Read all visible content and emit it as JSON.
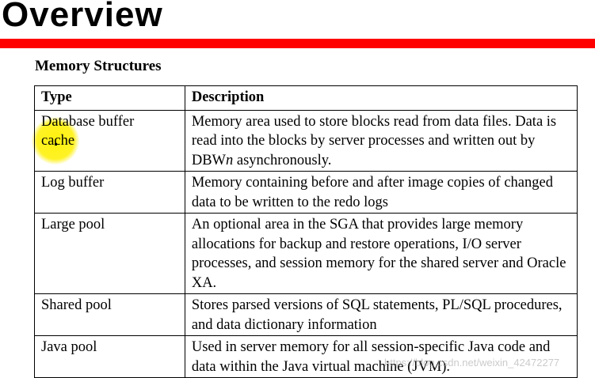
{
  "slide": {
    "title": "Overview",
    "subtitle": "Memory Structures",
    "accent_color": "#ff0000"
  },
  "table": {
    "headers": [
      "Type",
      "Description"
    ],
    "rows": [
      {
        "type": "Database buffer cache",
        "description_parts": [
          "Memory area used to store blocks read from data files. Data is read into the blocks by server processes and written out by DBW",
          "n",
          " asynchronously."
        ]
      },
      {
        "type": "Log buffer",
        "description": "Memory containing before and after image copies of changed data to be written to the redo logs"
      },
      {
        "type": "Large pool",
        "description": "An optional area in the SGA that provides large memory allocations for backup and restore operations, I/O server processes, and session memory for the shared server and Oracle XA."
      },
      {
        "type": "Shared pool",
        "description": "Stores parsed versions of SQL statements, PL/SQL procedures, and data dictionary information"
      },
      {
        "type": "Java pool",
        "description": "Used in server memory for all session-specific Java code and data within the Java virtual machine (JVM)."
      }
    ]
  },
  "watermark": "https://blog.csdn.net/weixin_42472277"
}
